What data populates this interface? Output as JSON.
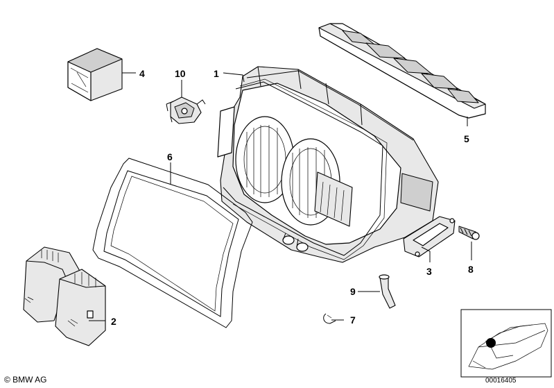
{
  "callouts": {
    "c1": "1",
    "c2": "2",
    "c3": "3",
    "c4": "4",
    "c5": "5",
    "c6": "6",
    "c7": "7",
    "c8": "8",
    "c9": "9",
    "c10": "10"
  },
  "footer": {
    "copyright": "© BMW AG",
    "document_number": "00016405"
  }
}
